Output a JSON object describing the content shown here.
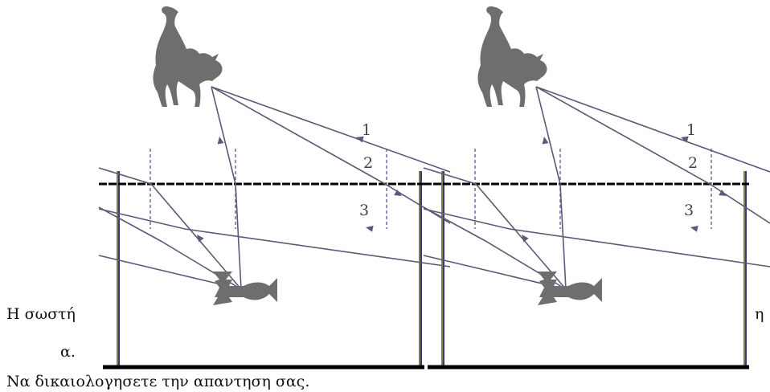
{
  "question": {
    "line1_left": "Η σωστή",
    "line1_right": "η",
    "line2": "α.",
    "line3": "Να δικαιολογησετε την απαντηση σας."
  },
  "panels": [
    {
      "ray_labels": [
        "1",
        "2",
        "3"
      ]
    },
    {
      "ray_labels": [
        "1",
        "2",
        "3"
      ]
    }
  ],
  "colors": {
    "ray": "#5a5a78",
    "cat": "#6e6e6e",
    "fish": "#6e6e6e",
    "water_surface": "#000000",
    "tank_wall": "#3a3a70",
    "tank_bottom": "#000000",
    "dash": "#6060a0"
  }
}
